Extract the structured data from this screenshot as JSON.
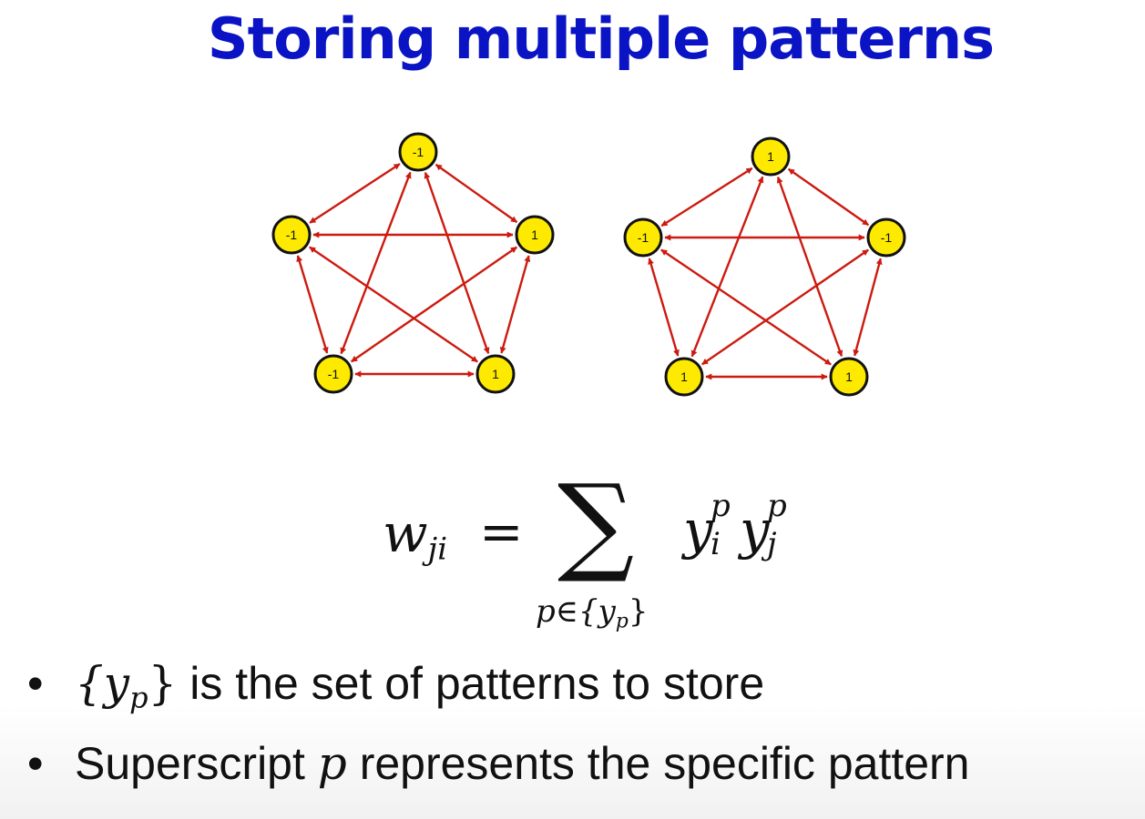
{
  "title": "Storing multiple patterns",
  "networks": [
    {
      "nodes": [
        "-1",
        "-1",
        "1",
        "-1",
        "1"
      ]
    },
    {
      "nodes": [
        "1",
        "-1",
        "-1",
        "1",
        "1"
      ]
    }
  ],
  "formula": {
    "lhs": "w",
    "lhs_sub": "ji",
    "equals": "=",
    "sum_symbol": "∑",
    "sum_under_var": "p∈{y",
    "sum_under_sub": "p",
    "sum_under_close": "}",
    "term1": "y",
    "term1_sup": "p",
    "term1_sub": "i",
    "term2": "y",
    "term2_sup": "p",
    "term2_sub": "j"
  },
  "bullets": [
    {
      "marker": "•",
      "math_open": "{y",
      "math_sub": "p",
      "math_close": "}",
      "text": " is the set of patterns to store"
    },
    {
      "marker": "•",
      "text_before": "Superscript ",
      "math": "p",
      "text_after": " represents the specific pattern"
    }
  ],
  "colors": {
    "title": "#0b14c4",
    "node_fill": "#fdea00",
    "node_stroke": "#111111",
    "edge": "#cc1a0f"
  }
}
